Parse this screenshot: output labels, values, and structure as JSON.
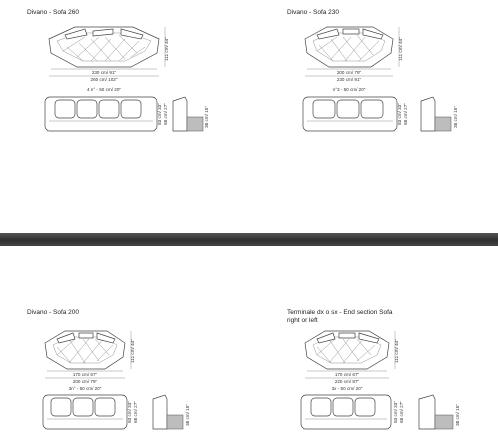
{
  "panels": [
    {
      "title": "Divano - Sofa  260",
      "widths": [
        "230 cm/ 91\"",
        "260 cm/ 102\""
      ],
      "depth": "111 cm/ 44\"",
      "cushions": "4 n° - 50 cm/ 20\"",
      "heights": [
        "83 cm/ 33\"",
        "68 cm/ 27\""
      ],
      "seat": "38 cm/ 15\""
    },
    {
      "title": "Divano - Sofa  230",
      "widths": [
        "200 cm/ 79\"",
        "230 cm/ 91\""
      ],
      "depth": "111 cm/ 44\"",
      "cushions": "n°3 - 50 cm/ 20\"",
      "heights": [
        "83 cm/ 33\"",
        "68 cm/ 27\""
      ],
      "seat": "38 cm/ 15\""
    },
    {
      "title": "Divano - Sofa  200",
      "widths": [
        "170 cm/ 67\"",
        "200 cm/ 79\""
      ],
      "depth": "111 cm/ 44\"",
      "cushions": "3n° - 50 cm/ 20\"",
      "heights": [
        "83 cm/ 33\"",
        "68 cm/ 27\""
      ],
      "seat": "38 cm/ 15\""
    },
    {
      "title": "Terminale dx o sx - End section Sofa",
      "title2": "right or left",
      "widths": [
        "170 cm/ 67\"",
        "220 cm/ 87\""
      ],
      "depth": "111 cm/ 44\"",
      "cushions": "3x - 50 cm/ 20\"",
      "heights": [
        "83 cm/ 33\"",
        "68 cm/ 27\""
      ],
      "seat": "38 cm/ 15\""
    }
  ]
}
